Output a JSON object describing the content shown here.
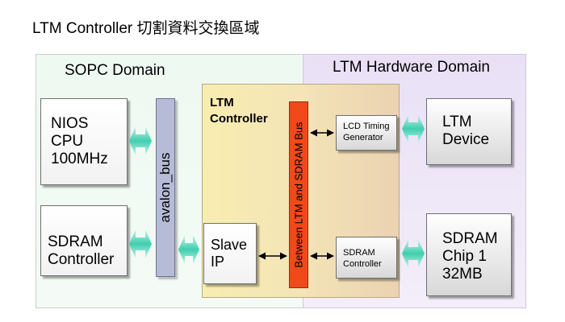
{
  "title": "LTM Controller 切割資料交換區域",
  "domains": {
    "sopc": "SOPC Domain",
    "ltm_hw": "LTM Hardware Domain"
  },
  "blocks": {
    "nios": [
      "NIOS",
      "CPU",
      "100MHz"
    ],
    "sdram_controller_left": [
      "SDRAM",
      "Controller"
    ],
    "avalon_bus": "avalon_bus",
    "ltm_controller": [
      "LTM",
      "Controller"
    ],
    "bus": "Between LTM and SDRAM Bus",
    "slave_ip": [
      "Slave",
      "IP"
    ],
    "lcd_timing": [
      "LCD Timing",
      "Generator"
    ],
    "sdram_controller_small": [
      "SDRAM",
      "Controller"
    ],
    "ltm_device": [
      "LTM",
      "Device"
    ],
    "sdram_chip": [
      "SDRAM",
      "Chip 1",
      "32MB"
    ]
  },
  "colors": {
    "sopc_bg": "#eef9f1",
    "ltm_bg": "#e9e0f6",
    "avalon_bus": "#b6bcd8",
    "ltm_controller": "#f4e4b6",
    "bus": "#f04a1a",
    "connector": "#3fcfae"
  }
}
